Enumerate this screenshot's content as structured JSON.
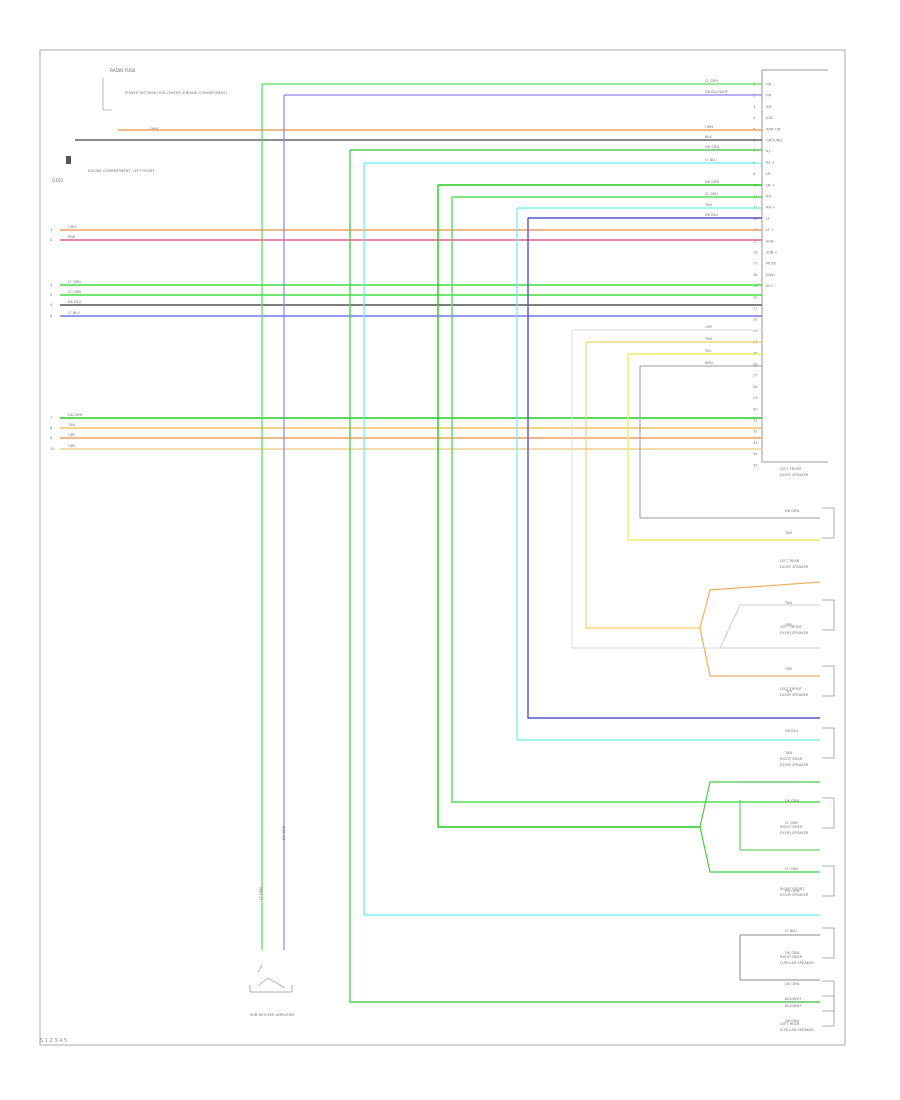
{
  "footer_code": "S 1 2 3 4 5",
  "sources": {
    "radio_fuse": {
      "title": "RADIO\nFUSE",
      "note": "POWER\nDISTRIBUTION\nCENTER\n(ENGINE COMPARTMENT)",
      "wire": "ORN"
    },
    "ground": {
      "title": "G101",
      "note": "ENGINE\nCOMPARTMENT,\nLEFT FRONT"
    }
  },
  "left_wires": [
    {
      "pins": [
        "1"
      ],
      "label": "ORN",
      "color": "#f0a060"
    },
    {
      "pins": [
        "2"
      ],
      "label": "PNK",
      "color": "#e8608a"
    },
    {
      "pins": [
        "3"
      ],
      "label": "LT GRN",
      "color": "#44dd44"
    },
    {
      "pins": [
        "4"
      ],
      "label": "LT GRN",
      "color": "#44dd44"
    },
    {
      "pins": [
        "5"
      ],
      "label": "DK BLU",
      "color": "#555555"
    },
    {
      "pins": [
        "6"
      ],
      "label": "LT BLU",
      "color": "#7777ee"
    },
    {
      "pins": [
        "7"
      ],
      "label": "DK GRN",
      "color": "#22cc22"
    },
    {
      "pins": [
        "8"
      ],
      "label": "TAN",
      "color": "#f2c060"
    },
    {
      "pins": [
        "9"
      ],
      "label": "GRY",
      "color": "#f0a060"
    },
    {
      "pins": [
        "10"
      ],
      "label": "GRY",
      "color": "#ecd090"
    }
  ],
  "amplifier": {
    "pins": [
      "1",
      "2",
      "3",
      "4",
      "5",
      "6",
      "7",
      "8",
      "9",
      "10",
      "11",
      "12",
      "13",
      "14",
      "15",
      "16",
      "17",
      "18",
      "19",
      "20",
      "21",
      "22",
      "23",
      "24",
      "25",
      "26",
      "27",
      "28",
      "29",
      "30",
      "31",
      "32",
      "33",
      "34",
      "35"
    ],
    "functions": [
      "FM",
      "FM",
      "AM",
      "IGN",
      "AMP ON",
      "GROUND",
      "RF -",
      "RF +",
      "LR -",
      "LR +",
      "RR -",
      "RR +",
      "LF -",
      "LF +",
      "SUB -",
      "SUB +",
      "MUTE",
      "DIAG",
      "ACC",
      "",
      "",
      "",
      "",
      "",
      "",
      "",
      "",
      "",
      "",
      "",
      "",
      "",
      "",
      "",
      ""
    ]
  },
  "speakers": [
    {
      "name": "LEFT FRONT\nDOOR SPEAKER",
      "wires": [
        "DK GRN",
        "TAN"
      ]
    },
    {
      "name": "LEFT REAR\nDOOR SPEAKER",
      "wires": [
        "TAN",
        "GRY"
      ]
    },
    {
      "name": "LEFT FRONT\nDOOR SPEAKER",
      "wires": [
        "GRY",
        "TAN"
      ]
    },
    {
      "name": "LEFT FRONT\nDOOR SPEAKER",
      "wires": [
        "DK BLU",
        "TAN"
      ]
    },
    {
      "name": "RIGHT REAR\nDOOR SPEAKER",
      "wires": [
        "DK GRN",
        "LT GRN"
      ]
    },
    {
      "name": "RIGHT REAR\nDOOR SPEAKER",
      "wires": [
        "LT GRN",
        "DK GRN"
      ]
    },
    {
      "name": "RIGHT FRONT\nDOOR SPEAKER",
      "wires": [
        "LT BLU",
        "DK GRN"
      ]
    },
    {
      "name": "RIGHT REAR\nD-PILLAR SPEAKER",
      "wires": [
        "BLK/WHT",
        "DK GRN"
      ]
    },
    {
      "name": "LEFT REAR\nD-PILLAR SPEAKER",
      "wires": [
        "DK GRN",
        "BLK/WHT"
      ]
    }
  ],
  "antenna": {
    "name": "SUB WOOFER\nAMPLIFIER",
    "wires": [
      "LT GRN",
      "DK GRN"
    ]
  }
}
